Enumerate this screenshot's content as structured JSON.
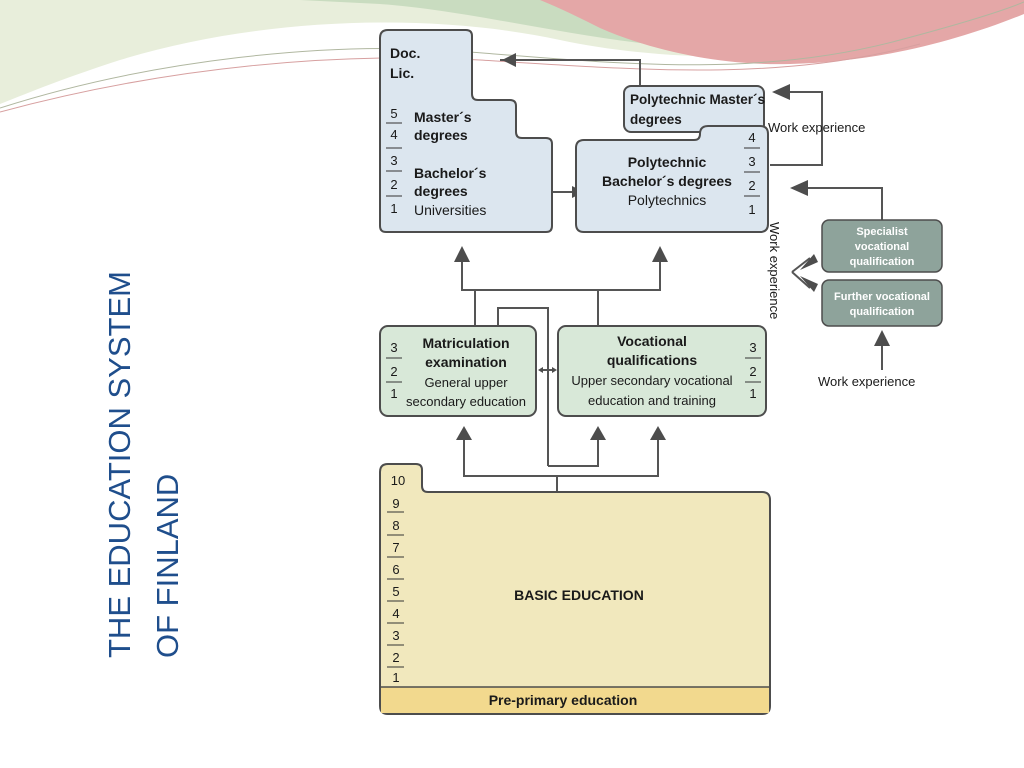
{
  "slide_title": {
    "line1": "THE EDUCATION SYSTEM",
    "line2": "OF FINLAND"
  },
  "colors": {
    "title": "#1f4e8c",
    "higher_fill": "#dce6ef",
    "secondary_fill": "#d8e8d8",
    "basic_fill": "#f1e8bd",
    "preprimary_fill": "#f2d98e",
    "vocational_right_fill": "#8ea39b",
    "stroke": "#5a5a5a"
  },
  "universities": {
    "doc": "Doc.",
    "lic": "Lic.",
    "masters_line1": "Master´s",
    "masters_line2": "degrees",
    "bachelors_line1": "Bachelor´s",
    "bachelors_line2": "degrees",
    "institution": "Universities",
    "years": [
      "5",
      "4",
      "3",
      "2",
      "1"
    ]
  },
  "polytechnic_masters": {
    "line1": "Polytechnic Master´s",
    "line2": "degrees"
  },
  "polytechnics": {
    "line1": "Polytechnic",
    "line2": "Bachelor´s degrees",
    "institution": "Polytechnics",
    "years": [
      "4",
      "3",
      "2",
      "1"
    ]
  },
  "work_experience_top": "Work experience",
  "work_experience_vertical": "Work experience",
  "work_experience_bottom": "Work experience",
  "specialist": {
    "line1": "Specialist",
    "line2": "vocational",
    "line3": "qualification"
  },
  "further": {
    "line1": "Further vocational",
    "line2": "qualification"
  },
  "matriculation": {
    "line1": "Matriculation",
    "line2": "examination",
    "line3": "General upper",
    "line4": "secondary education",
    "years": [
      "3",
      "2",
      "1"
    ]
  },
  "vocational": {
    "line1": "Vocational",
    "line2": "qualifications",
    "line3": "Upper secondary vocational",
    "line4": "education and training",
    "years": [
      "3",
      "2",
      "1"
    ]
  },
  "basic": {
    "label": "BASIC EDUCATION",
    "grades": [
      "10",
      "9",
      "8",
      "7",
      "6",
      "5",
      "4",
      "3",
      "2",
      "1"
    ]
  },
  "preprimary": {
    "label": "Pre-primary education"
  }
}
